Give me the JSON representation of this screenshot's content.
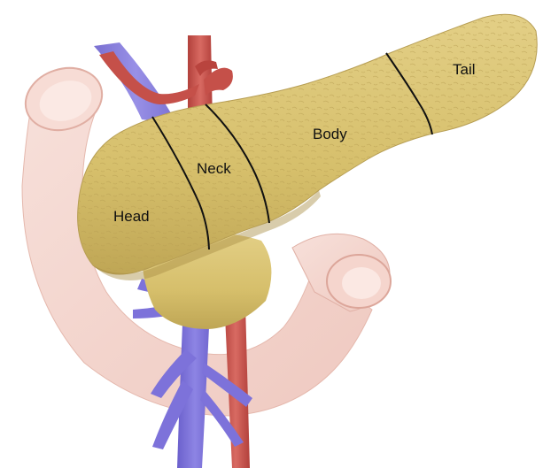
{
  "diagram": {
    "colors": {
      "duodenum": "#f3d3cc",
      "duodenum_outline": "#e3b3a8",
      "pancreas": "#d9c372",
      "pancreas_shadow": "#b59c4a",
      "vein": "#7b70d8",
      "artery": "#c7504a",
      "division_line": "#111111"
    },
    "labels": {
      "head": "Head",
      "neck": "Neck",
      "body": "Body",
      "tail": "Tail"
    }
  }
}
